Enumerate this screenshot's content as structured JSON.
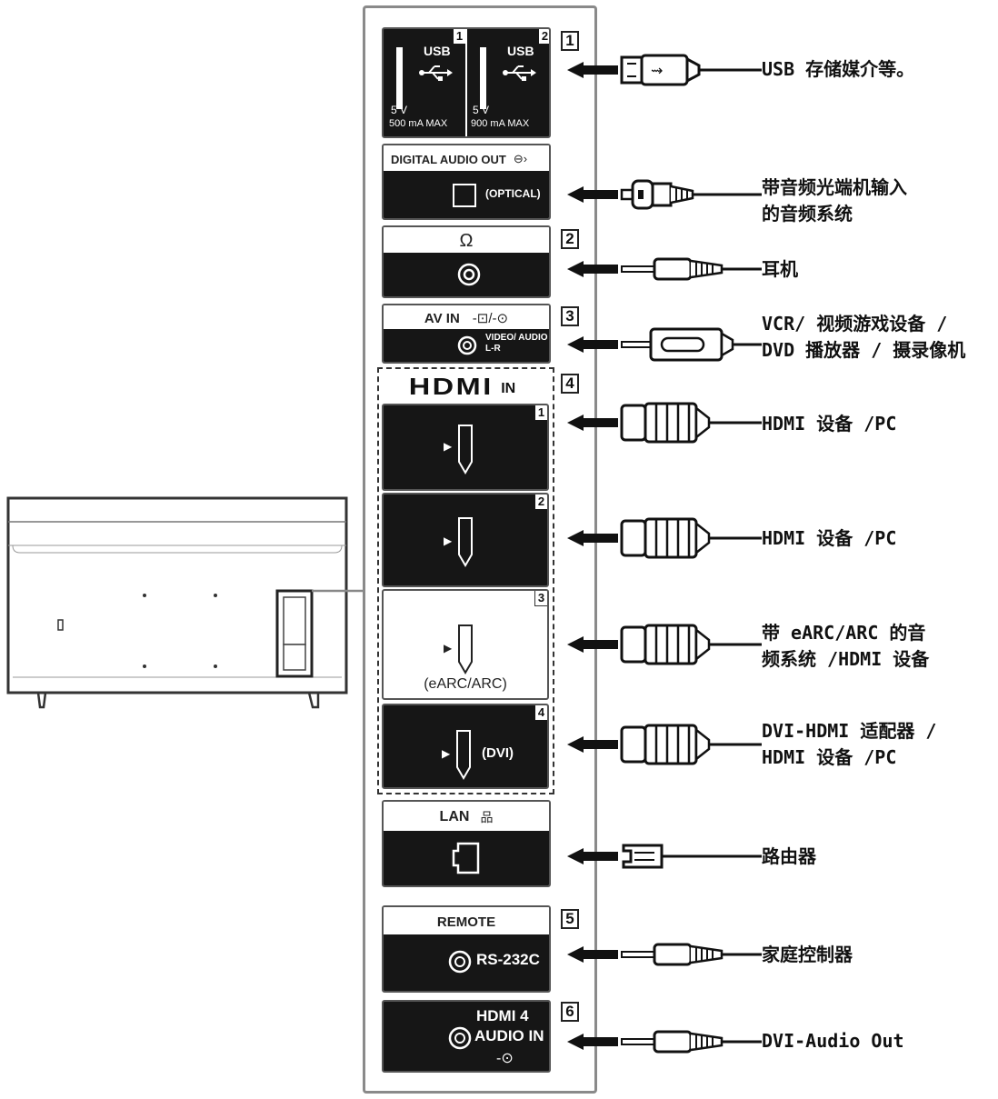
{
  "usb": {
    "port1": {
      "title": "USB",
      "num": "1",
      "v": "5 V",
      "ma": "500 mA MAX"
    },
    "port2": {
      "title": "USB",
      "num": "2",
      "v": "5 V",
      "ma": "900 mA MAX"
    }
  },
  "digital_audio": {
    "title": "DIGITAL AUDIO OUT",
    "port": "(OPTICAL)"
  },
  "headphone": {
    "symbol": "Ω"
  },
  "av_in": {
    "title": "AV IN",
    "port": "VIDEO/ AUDIO L-R"
  },
  "hdmi": {
    "logo": "HDMI",
    "in": "IN",
    "ports": [
      {
        "num": "1",
        "note": ""
      },
      {
        "num": "2",
        "note": ""
      },
      {
        "num": "3",
        "note": "(eARC/ARC)"
      },
      {
        "num": "4",
        "note": "(DVI)"
      }
    ]
  },
  "lan": {
    "title": "LAN"
  },
  "remote": {
    "title": "REMOTE",
    "port": "RS-232C"
  },
  "hdmi_audio": {
    "line1": "HDMI 4",
    "line2": "AUDIO IN"
  },
  "box_numbers": [
    "1",
    "2",
    "3",
    "4",
    "5",
    "6"
  ],
  "labels": [
    {
      "line1": "USB 存储媒介等。",
      "line2": ""
    },
    {
      "line1": "带音频光端机输入",
      "line2": "的音频系统"
    },
    {
      "line1": "耳机",
      "line2": ""
    },
    {
      "line1": "VCR/ 视频游戏设备 /",
      "line2": "DVD 播放器 / 摄录像机"
    },
    {
      "line1": "HDMI 设备 /PC",
      "line2": ""
    },
    {
      "line1": "HDMI 设备 /PC",
      "line2": ""
    },
    {
      "line1": "带 eARC/ARC 的音",
      "line2": "频系统 /HDMI 设备"
    },
    {
      "line1": "DVI-HDMI 适配器 /",
      "line2": "HDMI 设备 /PC"
    },
    {
      "line1": "路由器",
      "line2": ""
    },
    {
      "line1": "家庭控制器",
      "line2": ""
    },
    {
      "line1": "DVI-Audio Out",
      "line2": ""
    }
  ]
}
